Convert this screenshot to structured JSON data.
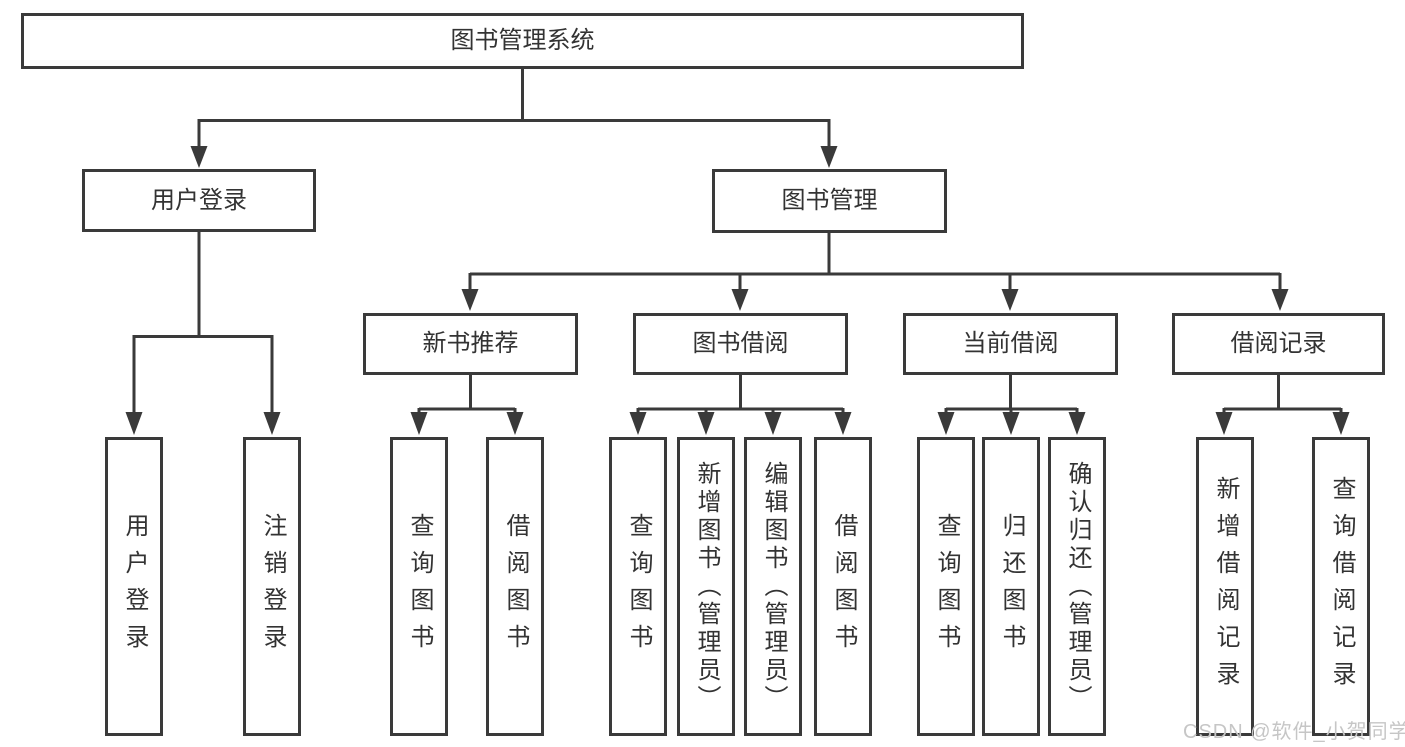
{
  "tree": {
    "root": {
      "label": "图书管理系统"
    },
    "groups": [
      {
        "label": "用户登录",
        "children": [
          "用户登录",
          "注销登录"
        ]
      },
      {
        "label": "图书管理",
        "subgroups": [
          {
            "label": "新书推荐",
            "children": [
              "查询图书",
              "借阅图书"
            ]
          },
          {
            "label": "图书借阅",
            "children": [
              "查询图书",
              "新增图书（管理员）",
              "编辑图书（管理员）",
              "借阅图书"
            ]
          },
          {
            "label": "当前借阅",
            "children": [
              "查询图书",
              "归还图书",
              "确认归还（管理员）"
            ]
          },
          {
            "label": "借阅记录",
            "children": [
              "新增借阅记录",
              "查询借阅记录"
            ]
          }
        ]
      }
    ]
  },
  "watermark": {
    "text": "CSDN @软件_小贺同学"
  },
  "colors": {
    "line": "#3a3a3a",
    "text": "#333333",
    "watermark": "#c6c6c6"
  }
}
